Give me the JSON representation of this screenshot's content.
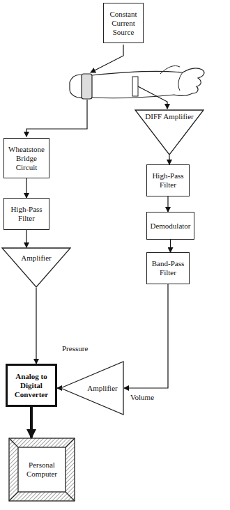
{
  "diagram": {
    "nodes": [
      {
        "text": [
          "Constant Current Source"
        ]
      },
      {
        "text": [
          "DIFF Amplifier"
        ]
      },
      {
        "text": [
          "Wheatstone Bridge Circuit"
        ]
      },
      {
        "text": [
          "High-Pass Filter"
        ]
      },
      {
        "text": [
          "High-Pass Filter"
        ]
      },
      {
        "text": [
          "Demodulator"
        ]
      },
      {
        "text": [
          "Amplifier"
        ]
      },
      {
        "text": [
          "Band-Pass Filter"
        ]
      },
      {
        "text": [
          "Analog to Digital Converter"
        ]
      },
      {
        "text": [
          "Amplifier"
        ]
      },
      {
        "text": [
          "Personal Computer"
        ]
      }
    ],
    "edges": [
      {
        "from": 1,
        "to": 3,
        "arrow": "to"
      },
      {
        "from": 3,
        "to": 5,
        "arrow": "to"
      },
      {
        "from": 5,
        "to": 7,
        "arrow": "to"
      },
      {
        "from": 7,
        "to": 9,
        "arrow": "to"
      },
      {
        "from": 9,
        "to": 8,
        "arrow": "to"
      },
      {
        "from": 2,
        "to": 4,
        "arrow": "to"
      },
      {
        "from": 4,
        "to": 6,
        "arrow": "to"
      },
      {
        "from": 6,
        "to": 8,
        "arrow": "to"
      },
      {
        "from": 8,
        "to": 10,
        "arrow": "to"
      }
    ],
    "labels": [
      "Pressure",
      "Volume"
    ]
  }
}
